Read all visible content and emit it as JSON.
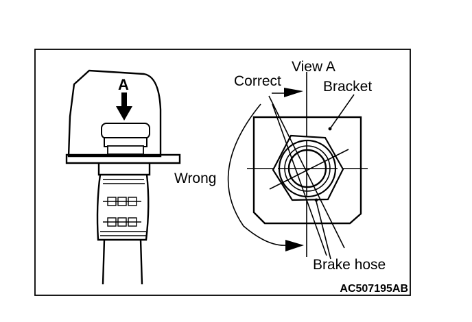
{
  "labels": {
    "arrow_label": "A",
    "view_title": "View A",
    "correct": "Correct",
    "bracket": "Bracket",
    "wrong": "Wrong",
    "brake_hose": "Brake hose",
    "figure_code": "AC507195AB"
  }
}
